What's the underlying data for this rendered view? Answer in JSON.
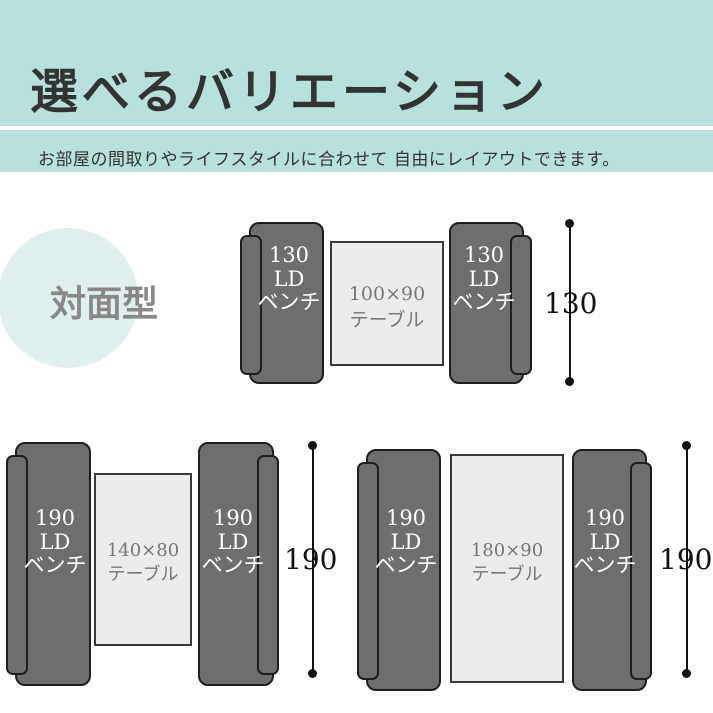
{
  "header": {
    "title": "選べるバリエーション",
    "subtitle": "お部屋の間取りやライフスタイルに合わせて 自由にレイアウトできます。"
  },
  "type_label": "対面型",
  "layouts": [
    {
      "left_bench": "130\nLD\nベンチ",
      "table": "100×90\nテーブル",
      "right_bench": "130\nLD\nベンチ",
      "dimension": "130"
    },
    {
      "left_bench": "190\nLD\nベンチ",
      "table": "140×80\nテーブル",
      "right_bench": "190\nLD\nベンチ",
      "dimension": "190"
    },
    {
      "left_bench": "190\nLD\nベンチ",
      "table": "180×90\nテーブル",
      "right_bench": "190\nLD\nベンチ",
      "dimension": "190"
    }
  ],
  "colors": {
    "header_bg": "#b8e0dd",
    "bench": "#6e6e70",
    "table": "#ececec"
  }
}
